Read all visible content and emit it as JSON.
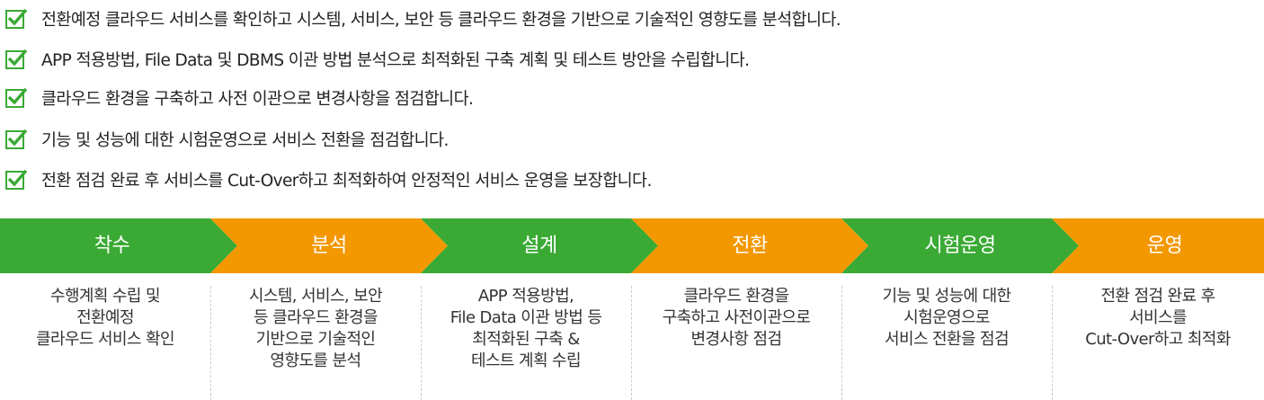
{
  "checklist": [
    {
      "text": "전환예정 클라우드 서비스를 확인하고 시스템, 서비스, 보안 등 클라우드 환경을 기반으로 기술적인 영향도를 분석합니다."
    },
    {
      "text": "APP 적용방법, File Data 및 DBMS 이관 방법 분석으로 최적화된 구축 계획 및 테스트 방안을 수립합니다."
    },
    {
      "text": "클라우드 환경을 구축하고 사전 이관으로 변경사항을 점검합니다."
    },
    {
      "text": "기능 및 성능에 대한 시험운영으로 서비스 전환을 점검합니다."
    },
    {
      "text": "전환 점검 완료 후 서비스를 Cut-Over하고 최적화하여 안정적인 서비스 운영을 보장합니다."
    }
  ],
  "stages": [
    {
      "label": "착수",
      "color": "#3aaa35",
      "desc": [
        "수행계획 수립 및",
        "전환예정",
        "클라우드 서비스 확인"
      ]
    },
    {
      "label": "분석",
      "color": "#f39800",
      "desc": [
        "시스템, 서비스, 보안",
        "등 클라우드 환경을",
        "기반으로 기술적인",
        "영향도를 분석"
      ]
    },
    {
      "label": "설계",
      "color": "#3aaa35",
      "desc": [
        "APP 적용방법,",
        "File Data 이관 방법 등",
        "최적화된 구축 &",
        "테스트 계획 수립"
      ]
    },
    {
      "label": "전환",
      "color": "#f39800",
      "desc": [
        "클라우드 환경을",
        "구축하고 사전이관으로",
        "변경사항 점검"
      ]
    },
    {
      "label": "시험운영",
      "color": "#3aaa35",
      "desc": [
        "기능 및 성능에 대한",
        "시험운영으로",
        "서비스 전환을 점검"
      ]
    },
    {
      "label": "운영",
      "color": "#f39800",
      "desc": [
        "전환 점검 완료 후",
        "서비스를",
        "Cut-Over하고 최적화"
      ]
    }
  ],
  "colors": {
    "check_green": "#3aaa35",
    "accent_orange": "#f39800",
    "text": "#222222"
  },
  "icons": {
    "check": "checkbox-check-icon"
  }
}
